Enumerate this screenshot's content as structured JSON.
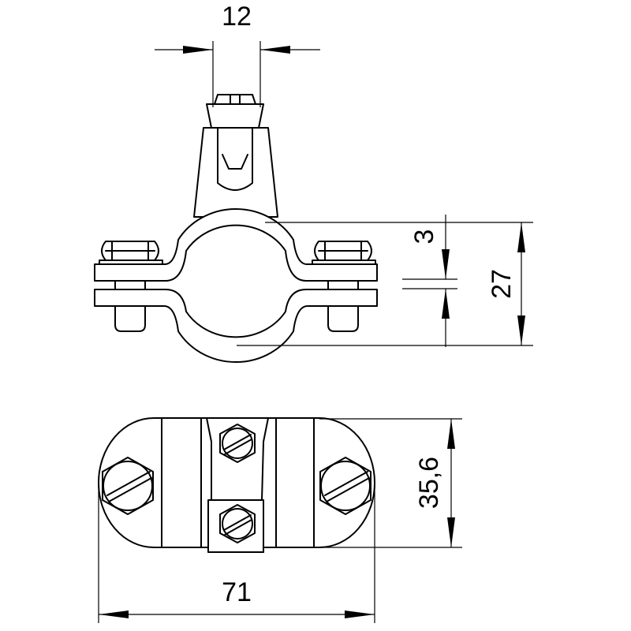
{
  "dimensions": {
    "pin_width": "12",
    "wall_thickness": "3",
    "clamp_height": "27",
    "base_depth": "35,6",
    "overall_length": "71"
  }
}
